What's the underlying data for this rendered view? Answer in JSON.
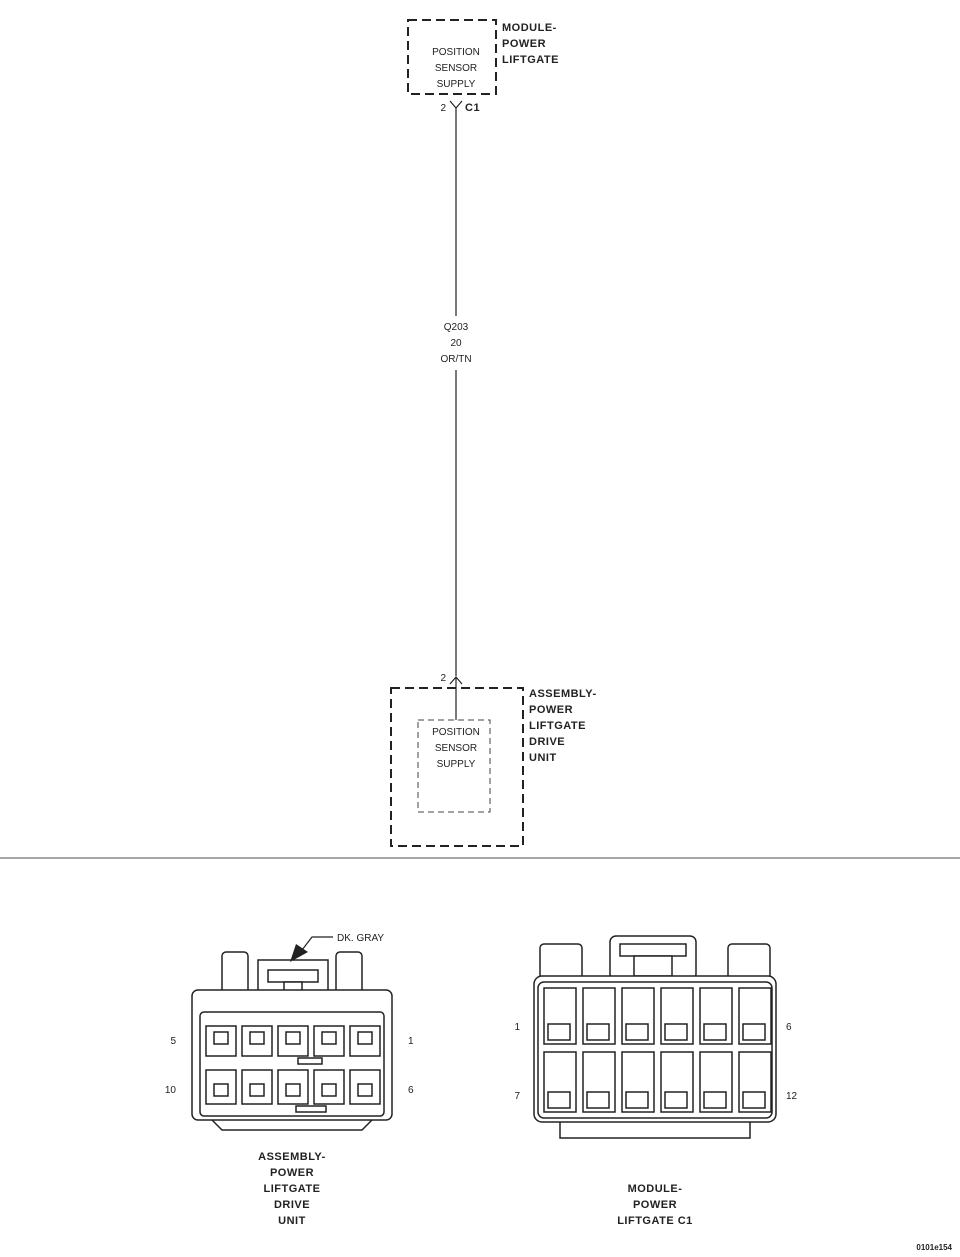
{
  "module": {
    "name_lines": [
      "MODULE-",
      "POWER",
      "LIFTGATE"
    ],
    "inner_lines": [
      "POSITION",
      "SENSOR",
      "SUPPLY"
    ],
    "pin": "2",
    "connector": "C1"
  },
  "wire": {
    "circuit": "Q203",
    "gauge": "20",
    "color": "OR/TN"
  },
  "drive_unit": {
    "name_lines": [
      "ASSEMBLY-",
      "POWER",
      "LIFTGATE",
      "DRIVE",
      "UNIT"
    ],
    "inner_lines": [
      "POSITION",
      "SENSOR",
      "SUPPLY"
    ],
    "pin": "2"
  },
  "connector_left": {
    "callout": "DK. GRAY",
    "pins": {
      "top_left": "5",
      "top_right": "1",
      "bottom_left": "10",
      "bottom_right": "6"
    },
    "caption_lines": [
      "ASSEMBLY-",
      "POWER",
      "LIFTGATE",
      "DRIVE",
      "UNIT"
    ]
  },
  "connector_right": {
    "pins": {
      "top_left": "1",
      "top_right": "6",
      "bottom_left": "7",
      "bottom_right": "12"
    },
    "caption_lines": [
      "MODULE-",
      "POWER",
      "LIFTGATE C1"
    ]
  },
  "figure_id": "0101e154"
}
